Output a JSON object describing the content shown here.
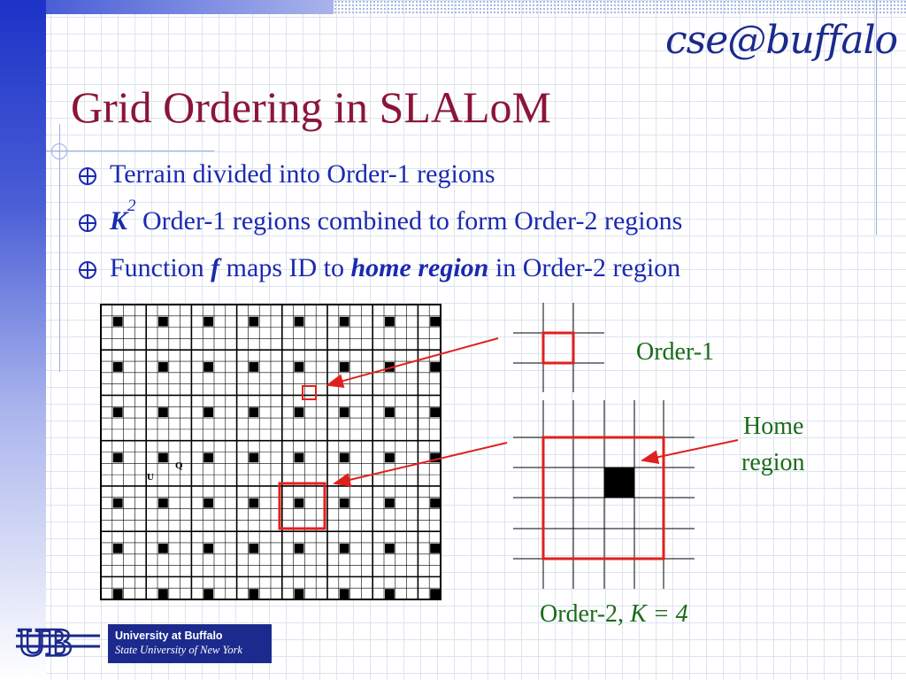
{
  "slide": {
    "title": "Grid Ordering in SLALoM",
    "logo_text": "cse@buffalo",
    "bullets": [
      {
        "text": "Terrain divided into Order-1 regions"
      },
      {
        "k": "K",
        "k_sup": "2",
        "rest": "Order-1 regions combined to form Order-2 regions"
      },
      {
        "pre": "Function ",
        "f": "f",
        "mid": " maps ID to ",
        "home": "home region",
        "post": " in Order-2 region"
      }
    ]
  },
  "figure": {
    "label_order1": "Order-1",
    "label_home_line1": "Home",
    "label_home_line2": "region",
    "label_order2_prefix": "Order-2, ",
    "label_order2_k": "K = 4",
    "marker_u": "U",
    "marker_q": "Q"
  },
  "footer": {
    "university_name": "University at Buffalo",
    "university_sub": "State University of New York"
  },
  "colors": {
    "title": "#8b1538",
    "bullet_text": "#1b2ab0",
    "figure_label": "#1a6b1a",
    "highlight": "#e0201e",
    "logo_blue": "#1b2a8c"
  },
  "icons": [
    "bullet-icon",
    "ub-logo-icon",
    "arrow-icon"
  ]
}
